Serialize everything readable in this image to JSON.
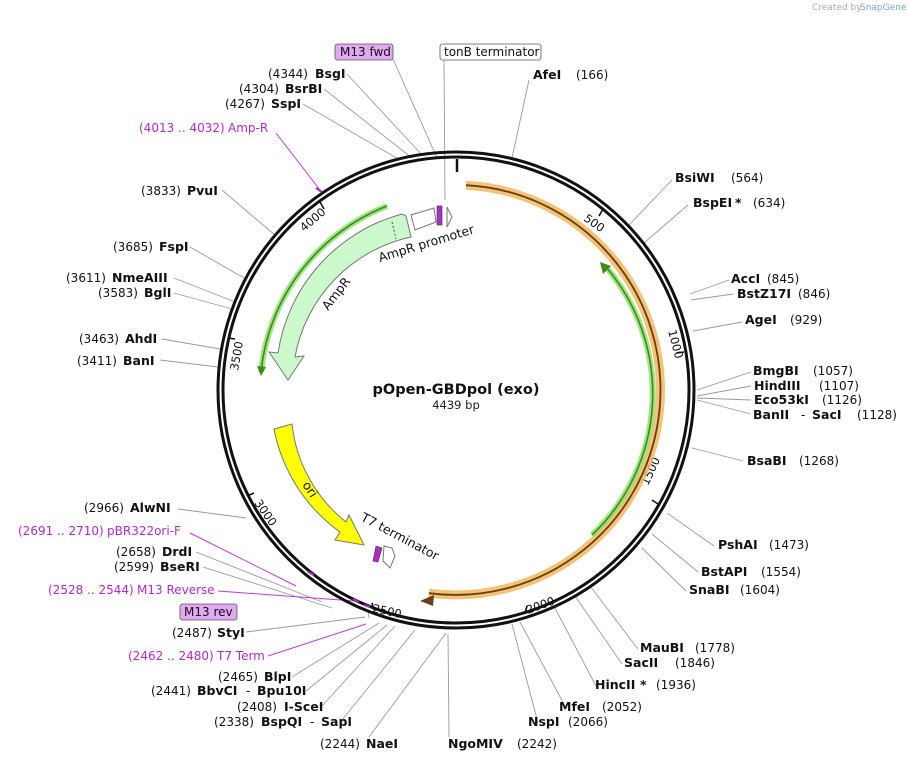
{
  "watermark": {
    "prefix": "Created by",
    "brand": "SnapGene"
  },
  "plasmid": {
    "name": "pOpen-GBDpol (exo)",
    "size_label": "4439 bp",
    "length": 4439
  },
  "ticks": [
    "500",
    "1000",
    "1500",
    "2000",
    "2500",
    "3000",
    "3500",
    "4000"
  ],
  "features": [
    {
      "label": "AmpR promoter",
      "name": "ampr-promoter",
      "color": "#ffffff"
    },
    {
      "label": "AmpR",
      "name": "ampr-gene",
      "color": "#ccf9cc"
    },
    {
      "label": "ori",
      "name": "ori",
      "color": "#ffff00"
    },
    {
      "label": "T7 terminator",
      "name": "t7-terminator",
      "color": "#ffffff"
    }
  ],
  "boxed_labels": [
    {
      "label": "M13 fwd",
      "name": "m13-fwd-label",
      "color": "#e2a8f2"
    },
    {
      "label": "tonB terminator",
      "name": "tonb-terminator-label",
      "color": "#ffffff"
    },
    {
      "label": "M13 rev",
      "name": "m13-rev-label",
      "color": "#e2a8f2"
    }
  ],
  "sites": [
    {
      "name": "AfeI",
      "pos": "(166)"
    },
    {
      "name": "BsiWI",
      "pos": "(564)"
    },
    {
      "name": "BspEI",
      "mark": "*",
      "pos": "(634)"
    },
    {
      "name": "AccI",
      "pos": "(845)"
    },
    {
      "name": "BstZ17I",
      "pos": "(846)"
    },
    {
      "name": "AgeI",
      "pos": "(929)"
    },
    {
      "name": "BmgBI",
      "pos": "(1057)"
    },
    {
      "name": "HindIII",
      "pos": "(1107)"
    },
    {
      "name": "Eco53kI",
      "pos": "(1126)"
    },
    {
      "name": "BanII",
      "sep": "-",
      "name2": "SacI",
      "pos": "(1128)"
    },
    {
      "name": "BsaBI",
      "pos": "(1268)"
    },
    {
      "name": "PshAI",
      "pos": "(1473)"
    },
    {
      "name": "BstAPI",
      "pos": "(1554)"
    },
    {
      "name": "SnaBI",
      "pos": "(1604)"
    },
    {
      "name": "MauBI",
      "pos": "(1778)"
    },
    {
      "name": "SacII",
      "pos": "(1846)"
    },
    {
      "name": "HincII",
      "mark": "*",
      "pos": "(1936)"
    },
    {
      "name": "MfeI",
      "pos": "(2052)"
    },
    {
      "name": "NspI",
      "pos": "(2066)"
    },
    {
      "name": "NgoMIV",
      "pos": "(2242)"
    },
    {
      "name": "NaeI",
      "pos": "(2244)"
    },
    {
      "name": "BspQI",
      "sep": "-",
      "name2": "SapI",
      "pos": "(2338)"
    },
    {
      "name": "I-SceI",
      "pos": "(2408)"
    },
    {
      "name": "BbvCI",
      "sep": "-",
      "name2": "Bpu10I",
      "pos": "(2441)"
    },
    {
      "name": "BlpI",
      "pos": "(2465)"
    },
    {
      "name": "StyI",
      "pos": "(2487)"
    },
    {
      "name": "BseRI",
      "pos": "(2599)"
    },
    {
      "name": "DrdI",
      "pos": "(2658)"
    },
    {
      "name": "AlwNI",
      "pos": "(2966)"
    },
    {
      "name": "BanI",
      "pos": "(3411)"
    },
    {
      "name": "AhdI",
      "pos": "(3463)"
    },
    {
      "name": "BglI",
      "pos": "(3583)"
    },
    {
      "name": "NmeAIII",
      "pos": "(3611)"
    },
    {
      "name": "FspI",
      "pos": "(3685)"
    },
    {
      "name": "PvuI",
      "pos": "(3833)"
    },
    {
      "name": "SspI",
      "pos": "(4267)"
    },
    {
      "name": "BsrBI",
      "pos": "(4304)"
    },
    {
      "name": "BsgI",
      "pos": "(4344)"
    }
  ],
  "primers": [
    {
      "range": "(4013 .. 4032)",
      "label": "Amp-R"
    },
    {
      "range": "(2691 .. 2710)",
      "label": "pBR322ori-F"
    },
    {
      "range": "(2528 .. 2544)",
      "label": "M13 Reverse"
    },
    {
      "range": "(2462 .. 2480)",
      "label": "T7 Term"
    }
  ],
  "colors": {
    "orf_border": "#f0b860",
    "arc_green": "#4a9a20",
    "orf_outline": "#6b3e12",
    "primer_mark": "#b02cc8"
  }
}
